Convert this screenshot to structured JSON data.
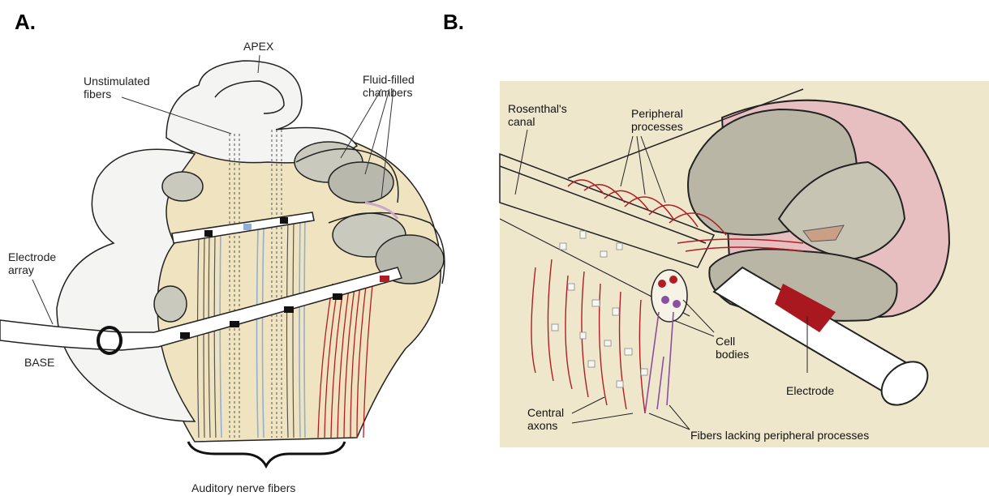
{
  "panel_a": {
    "letter": "A.",
    "labels": {
      "apex": "APEX",
      "unstimulated": "Unstimulated\nfibers",
      "fluid": "Fluid-filled\nchambers",
      "electrode_array": "Electrode\narray",
      "base": "BASE",
      "auditory": "Auditory nerve fibers"
    }
  },
  "panel_b": {
    "letter": "B.",
    "labels": {
      "rosenthal": "Rosenthal's\ncanal",
      "peripheral": "Peripheral\nprocesses",
      "cell_bodies": "Cell\nbodies",
      "electrode": "Electrode",
      "central_axons": "Central\naxons",
      "fibers_lacking": "Fibers lacking peripheral processes"
    }
  },
  "colors": {
    "beige": "#f0e4c0",
    "panel_b_bg": "#efe7cc",
    "red": "#b01e24",
    "blue": "#8fb0d4",
    "purple": "#8a4fa0",
    "pink": "#e8bfc0"
  }
}
